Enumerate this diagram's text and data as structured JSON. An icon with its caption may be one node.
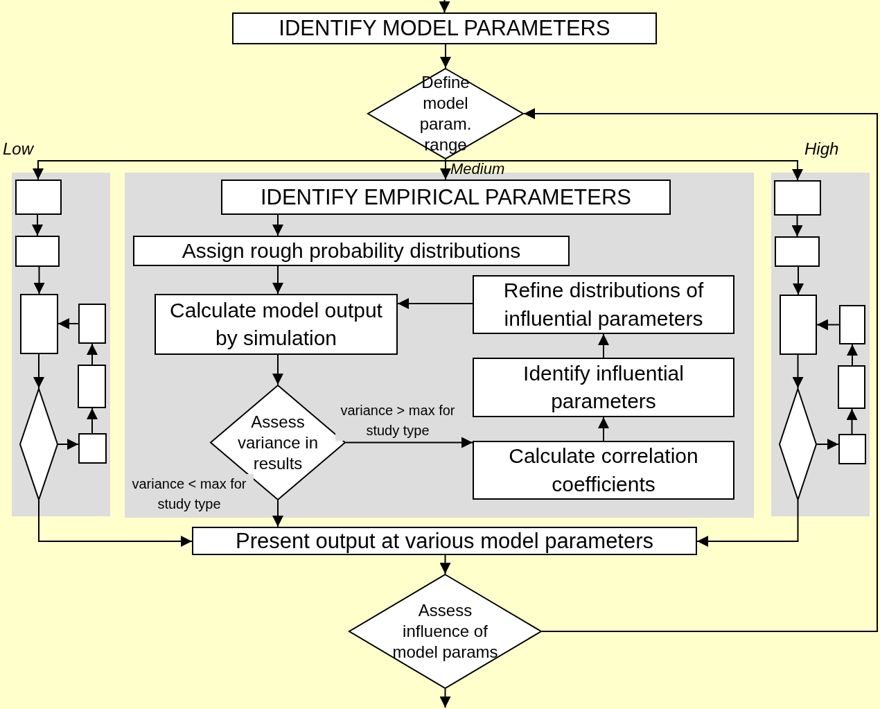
{
  "diagram": {
    "nodes": [
      {
        "text": [
          "IDENTIFY MODEL PARAMETERS"
        ]
      },
      {
        "text": [
          "Define model param. range"
        ]
      },
      {
        "text": [],
        "shape": "box"
      },
      {
        "text": [],
        "shape": "box"
      },
      {
        "text": [],
        "shape": "box"
      },
      {
        "text": [],
        "shape": "box",
        "in": 2
      },
      {
        "text": [],
        "shape": "box",
        "in": 2
      },
      {
        "text": [],
        "shape": "box",
        "in": 2
      },
      {
        "text": [],
        "shape": "diamond",
        "in": 2
      },
      {
        "text": [],
        "shape": "box",
        "in": 2
      },
      {
        "text": [],
        "shape": "box",
        "in": 2
      },
      {
        "text": [],
        "shape": "box",
        "in": 2
      },
      {
        "text": [
          "IDENTIFY EMPIRICAL PARAMETERS"
        ],
        "in": 3
      },
      {
        "text": [
          "Assign rough probability distributions"
        ],
        "in": 3
      },
      {
        "text": [
          "Refine distributions of influential parameters"
        ],
        "in": 3
      },
      {
        "text": [
          "Calculate model output by simulation"
        ],
        "in": 3
      },
      {
        "text": [
          "Identify influential parameters"
        ],
        "in": 3
      },
      {
        "text": [
          "Assess variance in results"
        ],
        "in": 3
      },
      {
        "text": [
          "Calculate correlation coefficients"
        ],
        "in": 3
      },
      {
        "text": [],
        "shape": "box",
        "in": 4
      },
      {
        "text": [],
        "shape": "box",
        "in": 4
      },
      {
        "text": [],
        "shape": "box",
        "in": 4
      },
      {
        "text": [],
        "shape": "diamond",
        "in": 4
      },
      {
        "text": [],
        "shape": "box",
        "in": 4
      },
      {
        "text": [],
        "shape": "box",
        "in": 4
      },
      {
        "text": [],
        "shape": "box",
        "in": 4
      },
      {
        "text": [
          "Present output at various model parameters"
        ]
      },
      {
        "text": [
          "Assess influence of model params"
        ]
      }
    ],
    "edges": [
      {
        "from": null,
        "to": 0,
        "arrow": "to"
      },
      {
        "from": 0,
        "to": 1,
        "arrow": "to"
      },
      {
        "from": 1,
        "to": 5,
        "arrow": "to",
        "label": "Low"
      },
      {
        "from": 1,
        "to": 12,
        "arrow": "to",
        "label": "Medium"
      },
      {
        "from": 1,
        "to": 19,
        "arrow": "to",
        "label": "High"
      },
      {
        "from": 5,
        "to": 6,
        "arrow": "to"
      },
      {
        "from": 6,
        "to": 7,
        "arrow": "to"
      },
      {
        "from": 7,
        "to": 8,
        "arrow": "to"
      },
      {
        "from": 8,
        "to": 11,
        "arrow": "to"
      },
      {
        "from": 11,
        "to": 10,
        "arrow": "to"
      },
      {
        "from": 10,
        "to": 9,
        "arrow": "to"
      },
      {
        "from": 9,
        "to": 7,
        "arrow": "to"
      },
      {
        "from": 8,
        "to": 26,
        "arrow": "to"
      },
      {
        "from": 12,
        "to": 13,
        "arrow": "to"
      },
      {
        "from": 13,
        "to": 15,
        "arrow": "to"
      },
      {
        "from": 15,
        "to": 17,
        "arrow": "to"
      },
      {
        "from": 17,
        "to": 18,
        "arrow": "to",
        "label": "variance > max for study type"
      },
      {
        "from": 18,
        "to": 16,
        "arrow": "to"
      },
      {
        "from": 16,
        "to": 14,
        "arrow": "to"
      },
      {
        "from": 14,
        "to": 15,
        "arrow": "to"
      },
      {
        "from": 17,
        "to": 26,
        "arrow": "to",
        "label": "variance < max for study type"
      },
      {
        "from": 19,
        "to": 20,
        "arrow": "to"
      },
      {
        "from": 20,
        "to": 21,
        "arrow": "to"
      },
      {
        "from": 21,
        "to": 22,
        "arrow": "to"
      },
      {
        "from": 22,
        "to": 25,
        "arrow": "to"
      },
      {
        "from": 25,
        "to": 24,
        "arrow": "to"
      },
      {
        "from": 24,
        "to": 23,
        "arrow": "to"
      },
      {
        "from": 23,
        "to": 21,
        "arrow": "to"
      },
      {
        "from": 22,
        "to": 26,
        "arrow": "to"
      },
      {
        "from": 26,
        "to": 27,
        "arrow": "to"
      },
      {
        "from": 27,
        "to": 1,
        "arrow": "to"
      },
      {
        "from": 27,
        "to": null,
        "arrow": "to"
      }
    ]
  }
}
